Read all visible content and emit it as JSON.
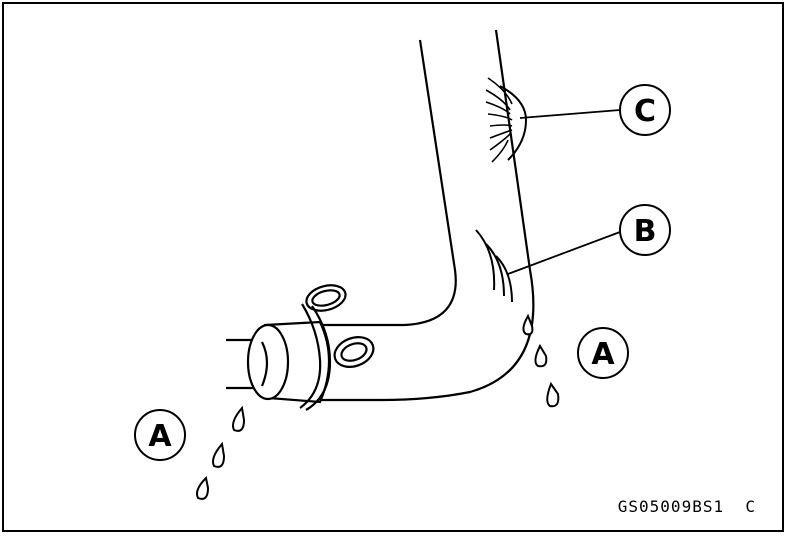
{
  "figure": {
    "callouts": {
      "a_left": "A",
      "a_right": "A",
      "b": "B",
      "c": "C"
    },
    "figure_code": "GS05009BS1  C"
  },
  "colors": {
    "line": "#000000",
    "background": "#ffffff"
  }
}
